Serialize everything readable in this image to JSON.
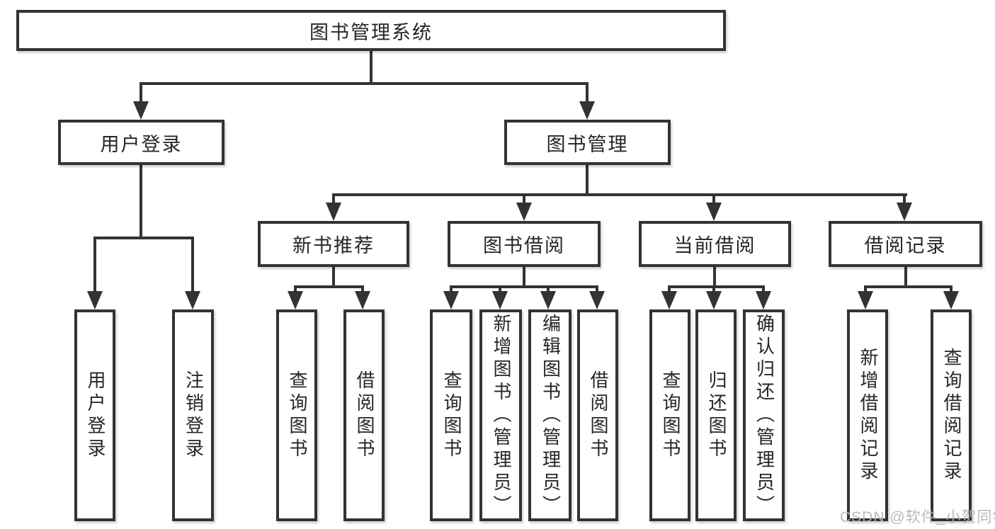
{
  "diagram": {
    "root": {
      "label": "图书管理系统"
    },
    "branches": [
      {
        "label": "用户登录",
        "children": [
          {
            "label": "用户登录"
          },
          {
            "label": "注销登录"
          }
        ]
      },
      {
        "label": "图书管理",
        "children": [
          {
            "label": "新书推荐",
            "children": [
              {
                "label": "查询图书"
              },
              {
                "label": "借阅图书"
              }
            ]
          },
          {
            "label": "图书借阅",
            "children": [
              {
                "label": "查询图书"
              },
              {
                "label": "新增图书（管理员）"
              },
              {
                "label": "编辑图书（管理员）"
              },
              {
                "label": "借阅图书"
              }
            ]
          },
          {
            "label": "当前借阅",
            "children": [
              {
                "label": "查询图书"
              },
              {
                "label": "归还图书"
              },
              {
                "label": "确认归还（管理员）"
              }
            ]
          },
          {
            "label": "借阅记录",
            "children": [
              {
                "label": "新增借阅记录"
              },
              {
                "label": "查询借阅记录"
              }
            ]
          }
        ]
      }
    ]
  },
  "watermark": {
    "text": "CSDN @软件_小贺同学"
  },
  "colors": {
    "line": "#333333",
    "text": "#262626",
    "background": "#ffffff",
    "watermark": "#b6b6b6"
  }
}
